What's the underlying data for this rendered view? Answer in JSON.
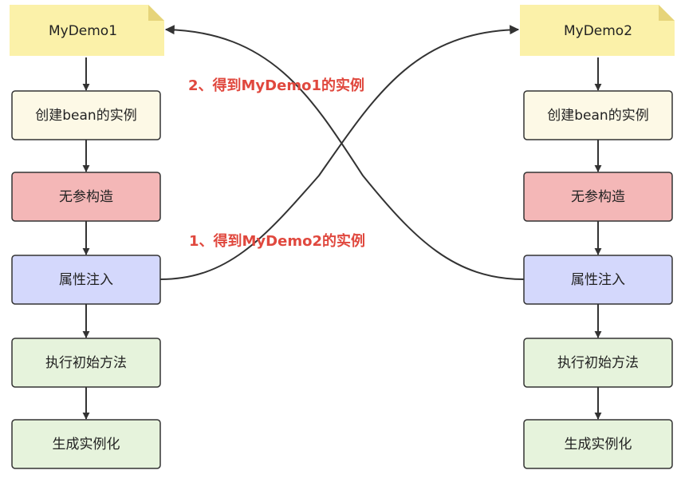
{
  "colors": {
    "note_fill": "#fbf1a9",
    "note_fold": "#e6d47a",
    "create_fill": "#fdf9e6",
    "construct_fill": "#f4b7b7",
    "inject_fill": "#d4d8fc",
    "init_fill": "#e6f3dc",
    "stroke": "#333333",
    "label_red": "#e0483e"
  },
  "left": {
    "note": "MyDemo1",
    "steps": [
      "创建bean的实例",
      "无参构造",
      "属性注入",
      "执行初始方法",
      "生成实例化"
    ]
  },
  "right": {
    "note": "MyDemo2",
    "steps": [
      "创建bean的实例",
      "无参构造",
      "属性注入",
      "执行初始方法",
      "生成实例化"
    ]
  },
  "labels": {
    "get_mydemo1": "2、得到MyDemo1的实例",
    "get_mydemo2": "1、得到MyDemo2的实例"
  }
}
